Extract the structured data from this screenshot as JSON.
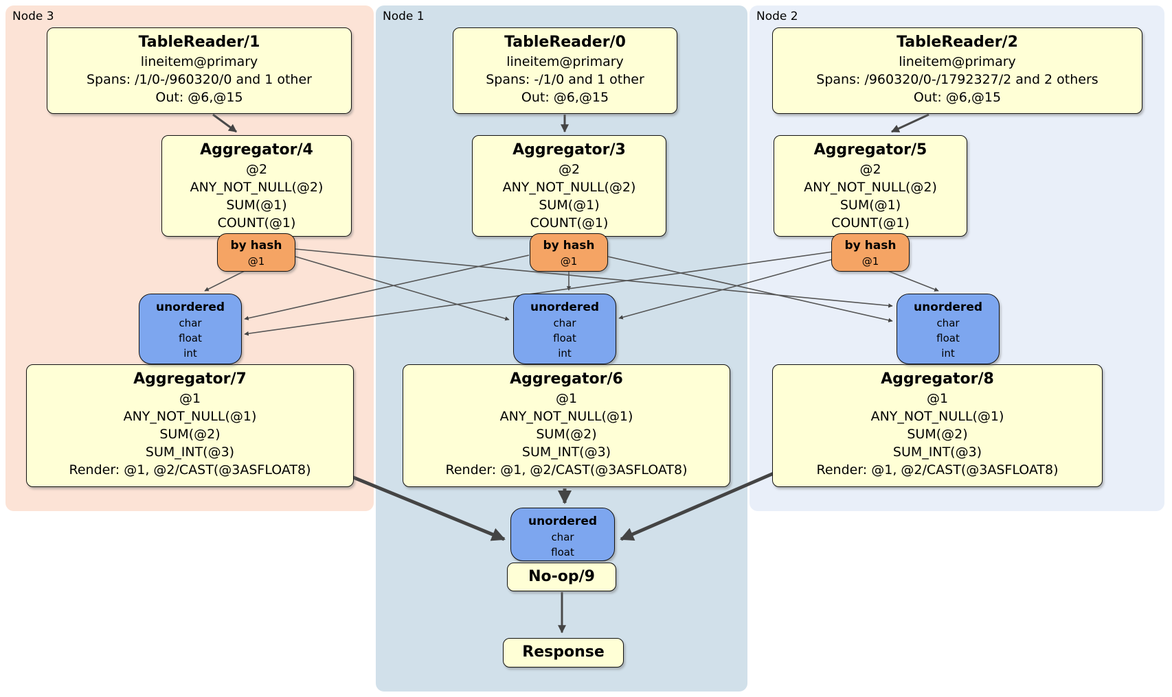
{
  "colors": {
    "region_node3": "#fce3d6",
    "region_node1": "#d1e0ea",
    "region_node2": "#e9eff9",
    "processor_fill": "#ffffd6",
    "router_fill": "#f5a464",
    "sync_fill": "#7da6ef",
    "edge_thin": "#555555",
    "edge_medium": "#4a4a4a",
    "edge_thick": "#444444",
    "border": "#111111"
  },
  "regions": {
    "node3": {
      "label": "Node 3"
    },
    "node1": {
      "label": "Node 1"
    },
    "node2": {
      "label": "Node 2"
    }
  },
  "processors": {
    "tr1": {
      "title": "TableReader/1",
      "lines": [
        "lineitem@primary",
        "Spans: /1/0-/960320/0 and 1 other",
        "Out: @6,@15"
      ]
    },
    "tr0": {
      "title": "TableReader/0",
      "lines": [
        "lineitem@primary",
        "Spans: -/1/0 and 1 other",
        "Out: @6,@15"
      ]
    },
    "tr2": {
      "title": "TableReader/2",
      "lines": [
        "lineitem@primary",
        "Spans: /960320/0-/1792327/2 and 2 others",
        "Out: @6,@15"
      ]
    },
    "agg4": {
      "title": "Aggregator/4",
      "lines": [
        "@2",
        "ANY_NOT_NULL(@2)",
        "SUM(@1)",
        "COUNT(@1)"
      ]
    },
    "agg3": {
      "title": "Aggregator/3",
      "lines": [
        "@2",
        "ANY_NOT_NULL(@2)",
        "SUM(@1)",
        "COUNT(@1)"
      ]
    },
    "agg5": {
      "title": "Aggregator/5",
      "lines": [
        "@2",
        "ANY_NOT_NULL(@2)",
        "SUM(@1)",
        "COUNT(@1)"
      ]
    },
    "agg7": {
      "title": "Aggregator/7",
      "lines": [
        "@1",
        "ANY_NOT_NULL(@1)",
        "SUM(@2)",
        "SUM_INT(@3)",
        "Render: @1, @2/CAST(@3ASFLOAT8)"
      ]
    },
    "agg6": {
      "title": "Aggregator/6",
      "lines": [
        "@1",
        "ANY_NOT_NULL(@1)",
        "SUM(@2)",
        "SUM_INT(@3)",
        "Render: @1, @2/CAST(@3ASFLOAT8)"
      ]
    },
    "agg8": {
      "title": "Aggregator/8",
      "lines": [
        "@1",
        "ANY_NOT_NULL(@1)",
        "SUM(@2)",
        "SUM_INT(@3)",
        "Render: @1, @2/CAST(@3ASFLOAT8)"
      ]
    },
    "noop": {
      "title": "No-op/9"
    },
    "response": {
      "title": "Response"
    }
  },
  "routers": {
    "router_n3": {
      "title": "by hash",
      "sub": "@1"
    },
    "router_n1": {
      "title": "by hash",
      "sub": "@1"
    },
    "router_n2": {
      "title": "by hash",
      "sub": "@1"
    }
  },
  "syncs": {
    "sync_n3": {
      "title": "unordered",
      "items": [
        "char",
        "float",
        "int"
      ]
    },
    "sync_n1": {
      "title": "unordered",
      "items": [
        "char",
        "float",
        "int"
      ]
    },
    "sync_n2": {
      "title": "unordered",
      "items": [
        "char",
        "float",
        "int"
      ]
    },
    "sync_final": {
      "title": "unordered",
      "items": [
        "char",
        "float"
      ]
    }
  },
  "edges": [
    {
      "from": "tr1",
      "to": "agg4",
      "kind": "medium"
    },
    {
      "from": "tr0",
      "to": "agg3",
      "kind": "medium"
    },
    {
      "from": "tr2",
      "to": "agg5",
      "kind": "medium"
    },
    {
      "from": "router_n3",
      "to": "sync_n3",
      "kind": "thin"
    },
    {
      "from": "router_n3",
      "to": "sync_n1",
      "kind": "thin"
    },
    {
      "from": "router_n3",
      "to": "sync_n2",
      "kind": "thin"
    },
    {
      "from": "router_n1",
      "to": "sync_n3",
      "kind": "thin"
    },
    {
      "from": "router_n1",
      "to": "sync_n1",
      "kind": "thin"
    },
    {
      "from": "router_n1",
      "to": "sync_n2",
      "kind": "thin"
    },
    {
      "from": "router_n2",
      "to": "sync_n3",
      "kind": "thin"
    },
    {
      "from": "router_n2",
      "to": "sync_n1",
      "kind": "thin"
    },
    {
      "from": "router_n2",
      "to": "sync_n2",
      "kind": "thin"
    },
    {
      "from": "agg7",
      "to": "sync_final",
      "kind": "thick"
    },
    {
      "from": "agg6",
      "to": "sync_final",
      "kind": "thick"
    },
    {
      "from": "agg8",
      "to": "sync_final",
      "kind": "thick"
    },
    {
      "from": "noop",
      "to": "response",
      "kind": "medium"
    }
  ]
}
